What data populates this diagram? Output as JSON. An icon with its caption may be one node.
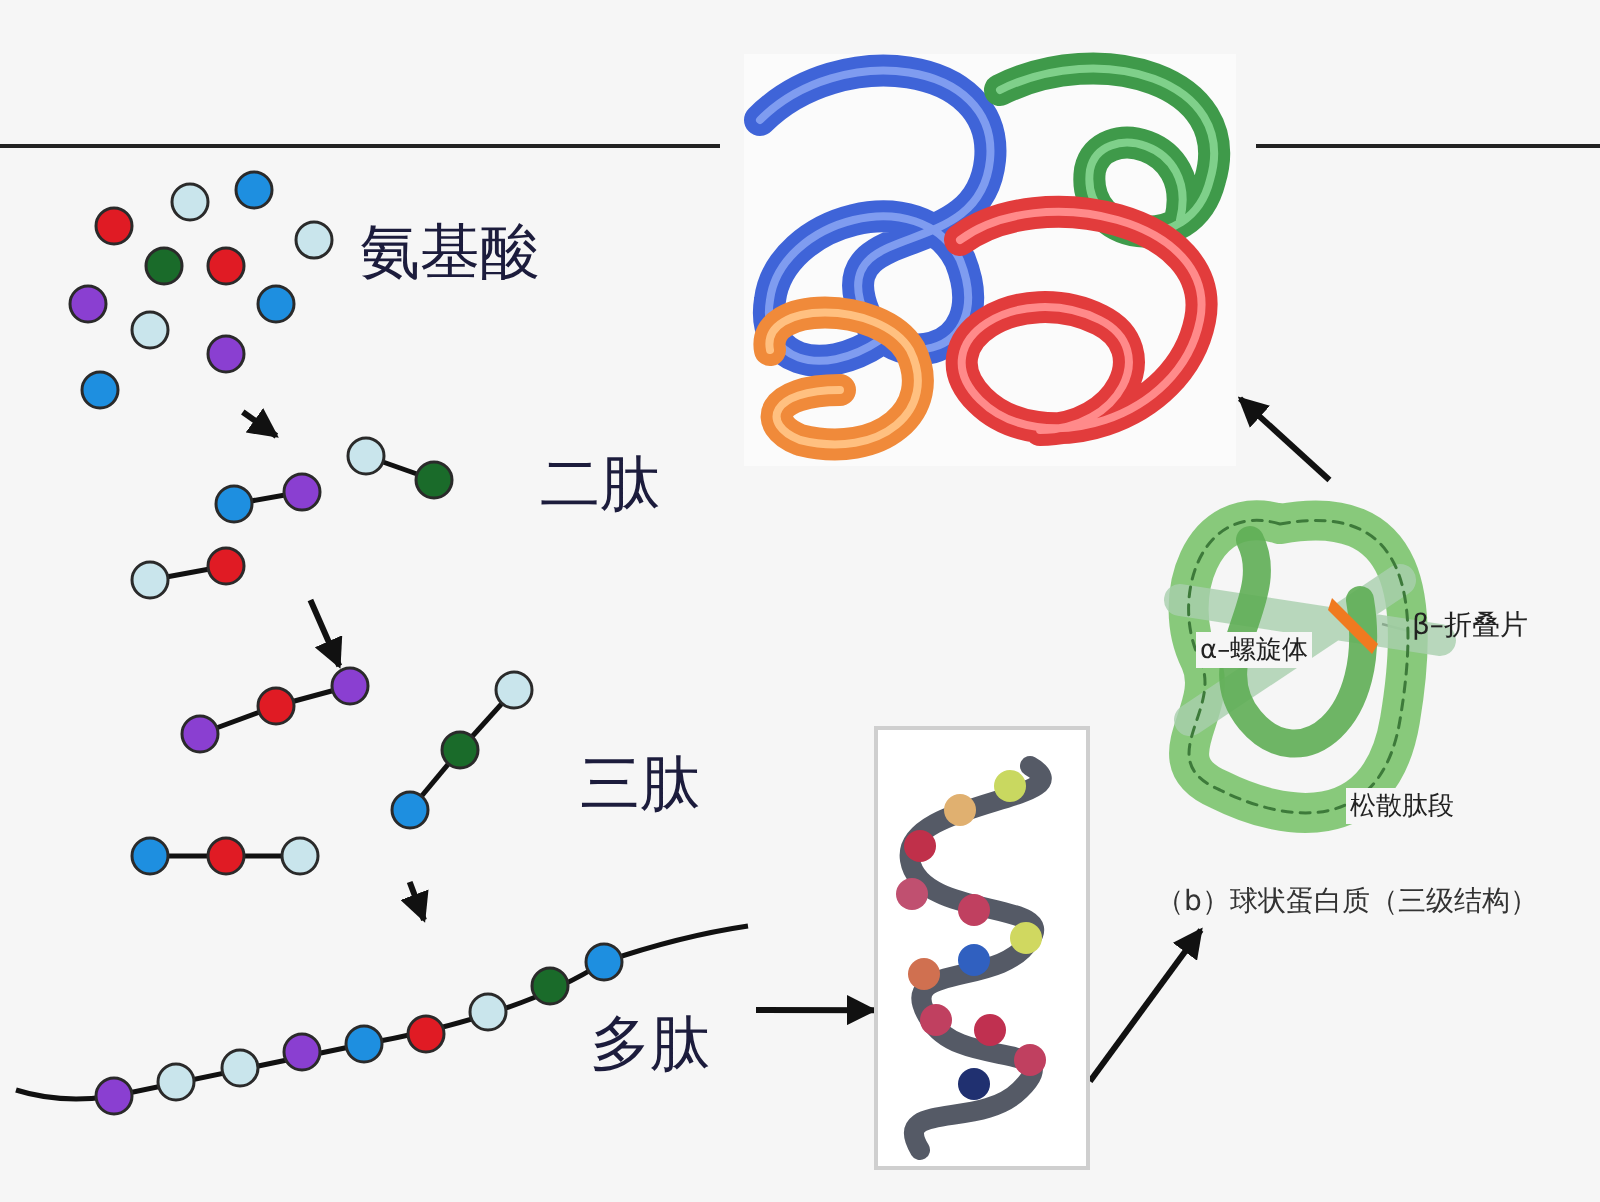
{
  "diagram": {
    "nodes": [
      {
        "text": [],
        "shape": "picture",
        "beside": [
          "氨基酸"
        ]
      },
      {
        "text": [],
        "shape": "picture",
        "beside": [
          "二肽"
        ]
      },
      {
        "text": [],
        "shape": "picture",
        "beside": [
          "三肽"
        ]
      },
      {
        "text": [
          "多肽"
        ]
      },
      {
        "text": [],
        "shape": "picture"
      },
      {
        "text": [],
        "shape": "picture"
      },
      {
        "text": [
          "（b）球状蛋白质（三级结构）"
        ]
      },
      {
        "text": [
          "β–折叠片"
        ]
      },
      {
        "text": [],
        "shape": "picture",
        "in": 6
      }
    ],
    "edges": [
      {
        "from": 0,
        "to": 1,
        "arrow": "to"
      },
      {
        "from": 1,
        "to": 2,
        "arrow": "to"
      },
      {
        "from": 2,
        "to": 3,
        "arrow": "to"
      },
      {
        "from": 3,
        "to": 5,
        "arrow": "to"
      },
      {
        "from": 5,
        "to": 6,
        "arrow": "to"
      },
      {
        "from": 6,
        "to": 4,
        "arrow": "to"
      },
      {
        "from": 7,
        "to": 8,
        "arrow": "none"
      }
    ],
    "labels": [
      "α–螺旋体",
      "松散肽段"
    ]
  }
}
